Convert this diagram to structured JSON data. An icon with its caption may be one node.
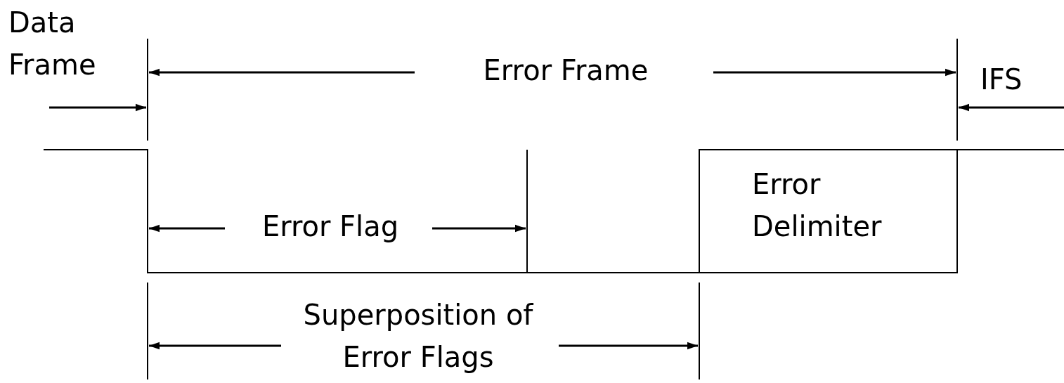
{
  "diagram": {
    "labels": [
      "Data Frame",
      "Error Frame",
      "IFS",
      "Error Flag",
      "Error Delimiter",
      "Superposition of Error Flags"
    ]
  }
}
